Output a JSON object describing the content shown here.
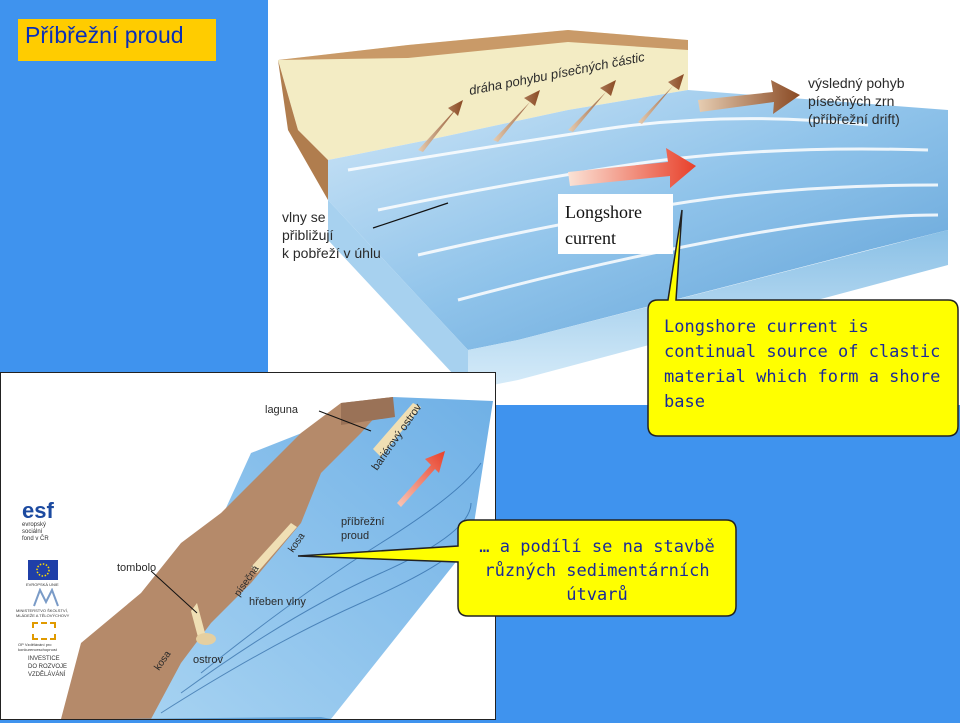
{
  "slide_title": "Příbřežní proud",
  "upper_figure": {
    "label_path": "dráha pohybu písečných částic",
    "label_result_1": "výsledný pohyb",
    "label_result_2": "písečných zrn",
    "label_result_3": "(příbřežní drift)",
    "label_waves_1": "vlny se",
    "label_waves_2": "přibližují",
    "label_waves_3": "k pobřeží v úhlu",
    "longshore_label_1": "Longshore",
    "longshore_label_2": "current"
  },
  "callout_upper": {
    "line1": "Longshore current is",
    "line2": "continual source of clastic",
    "line3": "material which form a shore",
    "line4": "base"
  },
  "lower_figure": {
    "laguna": "laguna",
    "barierovy_ostrov": "bariérový ostrov",
    "pribrezni_proud_1": "příbřežní",
    "pribrezni_proud_2": "proud",
    "kosa_1": "kosa",
    "tombolo": "tombolo",
    "pisecna": "písečná",
    "hreben_vlny": "hřeben vlny",
    "kosa_2": "kosa",
    "ostrov": "ostrov"
  },
  "callout_lower": {
    "line1": "… a podílí se na stavbě",
    "line2": "různých sedimentárních",
    "line3": "útvarů"
  },
  "logos": {
    "esf_text": "esf",
    "esf_sub_1": "evropský",
    "esf_sub_2": "sociální",
    "esf_sub_3": "fond v ČR",
    "eu_text": "EVROPSKÁ UNIE",
    "msmt_text": "MINISTERSTVO ŠKOLSTVÍ, MLÁDEŽE A TĚLOVÝCHOVY",
    "op_text": "OP Vzdělávání pro konkurenceschopnost",
    "invest_1": "INVESTICE",
    "invest_2": "DO ROZVOJE",
    "invest_3": "VZDĚLÁVÁNÍ"
  },
  "colors": {
    "background": "#3f93ee",
    "title_box": "#ffcc00",
    "title_text": "#0a2fb8",
    "callout_fill": "#ffff00",
    "callout_text": "#1a2a9a"
  }
}
